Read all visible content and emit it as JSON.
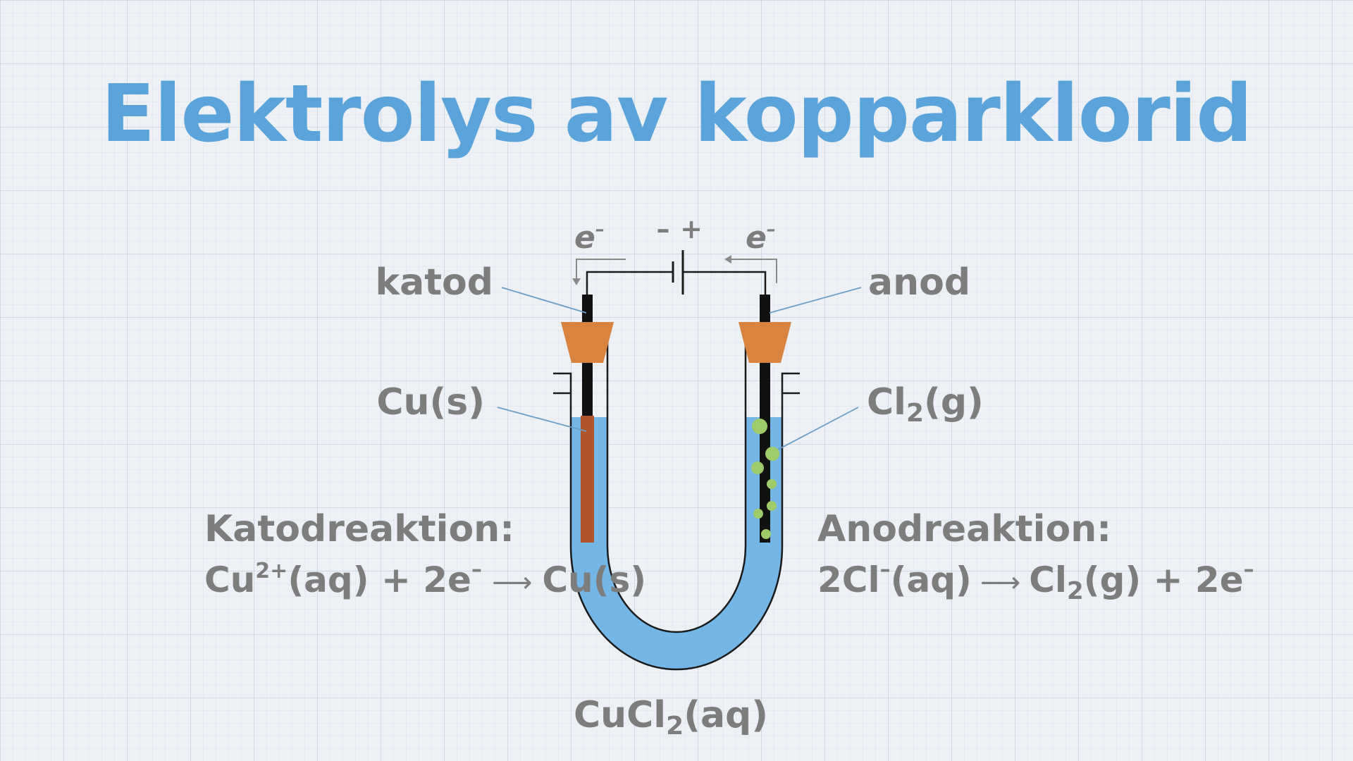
{
  "title": "Elektrolys av kopparklorid",
  "battery": {
    "minus": "–",
    "plus": "+"
  },
  "electron_flow": {
    "left": "e",
    "right": "e",
    "charge": "–"
  },
  "electrodes": {
    "cathode": "katod",
    "anode": "anod"
  },
  "products": {
    "cathode_formula": "Cu",
    "cathode_state": "(s)",
    "anode_formula_main": "Cl",
    "anode_formula_sub": "2",
    "anode_state": "(g)"
  },
  "electrolyte": {
    "main": "CuCl",
    "sub": "2",
    "state": "(aq)"
  },
  "cathode_reaction": {
    "heading": "Katodreaktion:",
    "ion": "Cu",
    "ion_charge": "2+",
    "ion_state": "(aq) + 2e",
    "electron_charge": "–",
    "arrow": "⟶",
    "product": "Cu(s)"
  },
  "anode_reaction": {
    "heading": "Anodreaktion:",
    "ion": "2Cl",
    "ion_charge": "–",
    "ion_state": "(aq)",
    "arrow": "⟶",
    "product_main": "Cl",
    "product_sub": "2",
    "product_state": "(g) + 2e",
    "electron_charge": "–"
  },
  "colors": {
    "title": "#5aa3db",
    "label": "#7d7d7d",
    "solution": "#74b6e6",
    "stopper": "#d8833f",
    "copper_deposit": "#b0552a",
    "gas_bubbles": "#9fcb6a",
    "electrode": "#111111",
    "pointer_line": "#6a9ec8"
  }
}
